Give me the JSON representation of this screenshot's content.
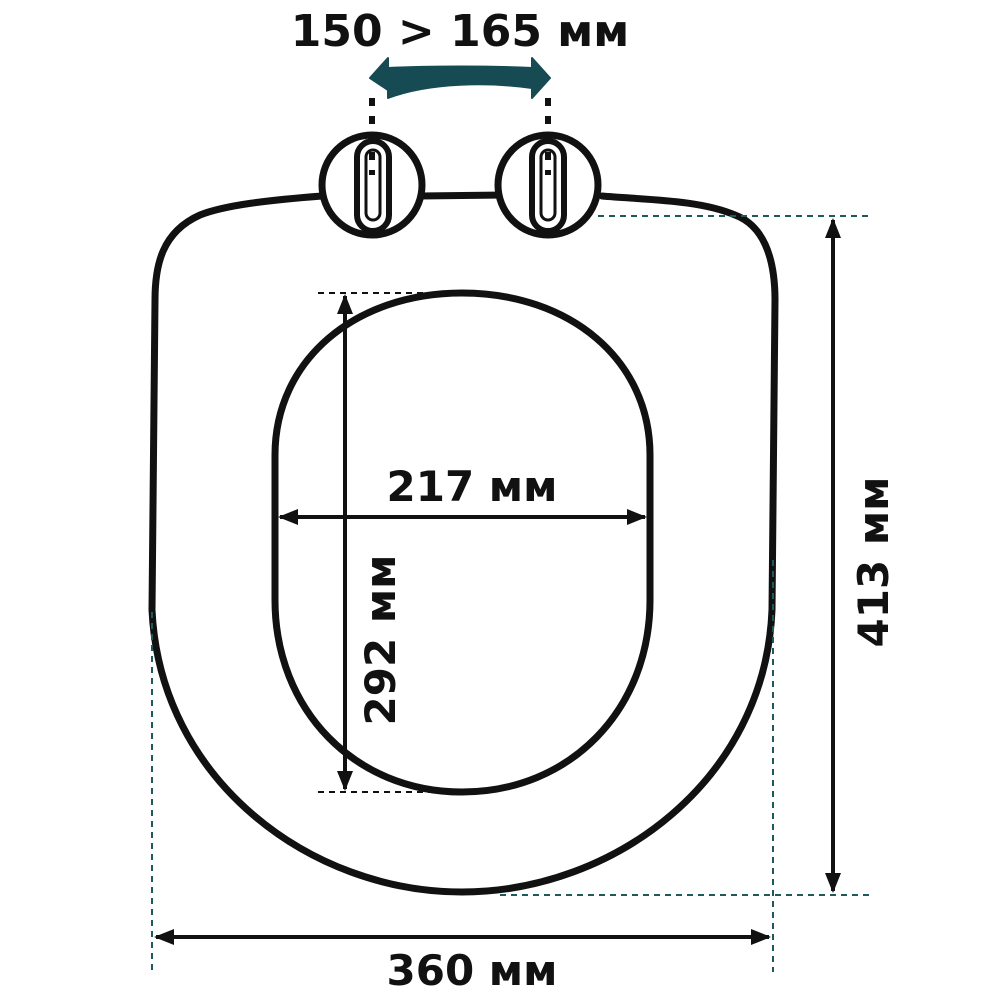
{
  "dimensions": {
    "hinge_spacing": "150 > 165 мм",
    "opening_width": "217 мм",
    "opening_height": "292 мм",
    "seat_length": "413 мм",
    "seat_width": "360 мм"
  },
  "colors": {
    "outline": "#111111",
    "accent": "#164b54",
    "guide": "#1f5a5a",
    "background": "#ffffff"
  }
}
